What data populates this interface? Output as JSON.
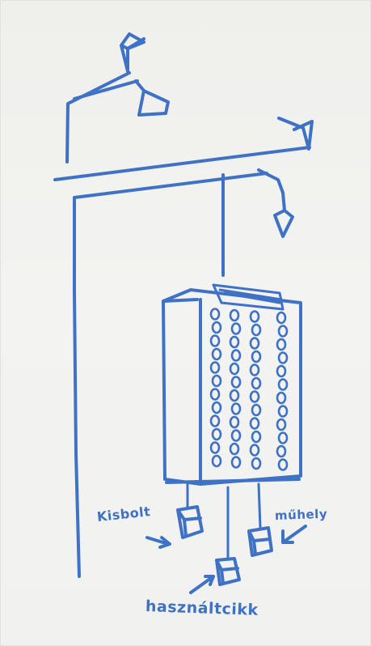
{
  "drawing": {
    "ink_color": "#3f72c4",
    "paper_color": "#f0f0ee",
    "labels": {
      "left": "Kisbolt",
      "right": "műhely",
      "bottom": "használtcikk"
    }
  }
}
